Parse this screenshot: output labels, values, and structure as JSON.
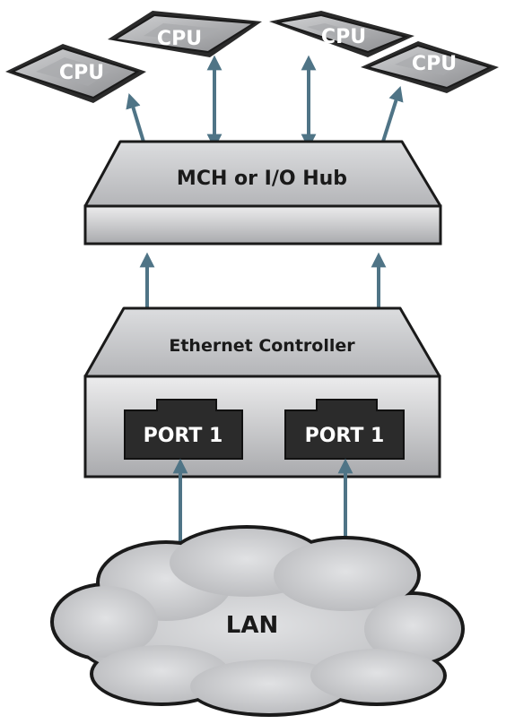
{
  "diagram": {
    "cpus": [
      {
        "label": "CPU"
      },
      {
        "label": "CPU"
      },
      {
        "label": "CPU"
      },
      {
        "label": "CPU"
      }
    ],
    "hub": {
      "label": "MCH or I/O Hub"
    },
    "controller": {
      "label": "Ethernet Controller"
    },
    "ports": [
      {
        "label": "PORT 1"
      },
      {
        "label": "PORT 1"
      }
    ],
    "network": {
      "label": "LAN"
    }
  },
  "colors": {
    "arrow": "#4f7486",
    "outline": "#1a1a1a",
    "box_fill": "#c8c9cb",
    "port_fill": "#2b2b2b",
    "cloud_fill": "#cfd0d2"
  }
}
